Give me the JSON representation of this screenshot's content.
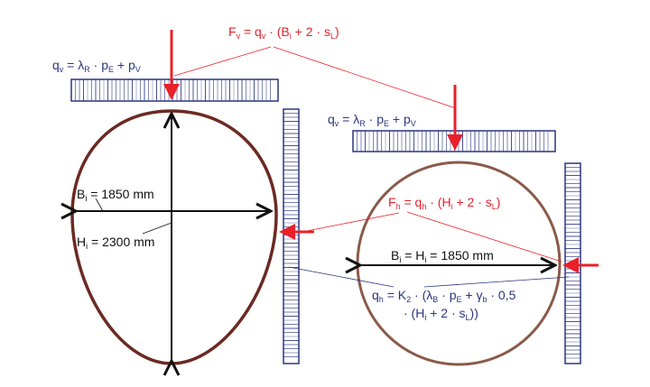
{
  "colors": {
    "red": "#e8202a",
    "blue": "#2a3580",
    "pipe": "#6b2a22",
    "pipe_circle": "#8b5a4a"
  },
  "formulas": {
    "fv": [
      "F",
      "v",
      " = q",
      "v",
      " · (B",
      "i",
      " + 2 · s",
      "L",
      ")"
    ],
    "qv_left": [
      "q",
      "v",
      " = λ",
      "R",
      " · p",
      "E",
      " + p",
      "V"
    ],
    "qv_right": [
      "q",
      "v",
      " = λ",
      "R",
      " · p",
      "E",
      " + p",
      "V"
    ],
    "fh": [
      "F",
      "h",
      " = q",
      "h",
      " · (H",
      "i",
      " + 2 · s",
      "L",
      ")"
    ],
    "qh_line1": [
      "q",
      "h",
      " = K",
      "2",
      " · (λ",
      "B",
      " · p",
      "E",
      " + γ",
      "b",
      " · 0,5"
    ],
    "qh_line2": [
      "· (H",
      "i",
      " + 2 · s",
      "L",
      "))"
    ]
  },
  "egg_profile": {
    "width_label": [
      "B",
      "i",
      " = 1850 mm"
    ],
    "height_label": [
      "H",
      "i",
      " = 2300 mm"
    ]
  },
  "circle_profile": {
    "label": [
      "B",
      "i",
      " = H",
      "i",
      " = 1850 mm"
    ]
  }
}
